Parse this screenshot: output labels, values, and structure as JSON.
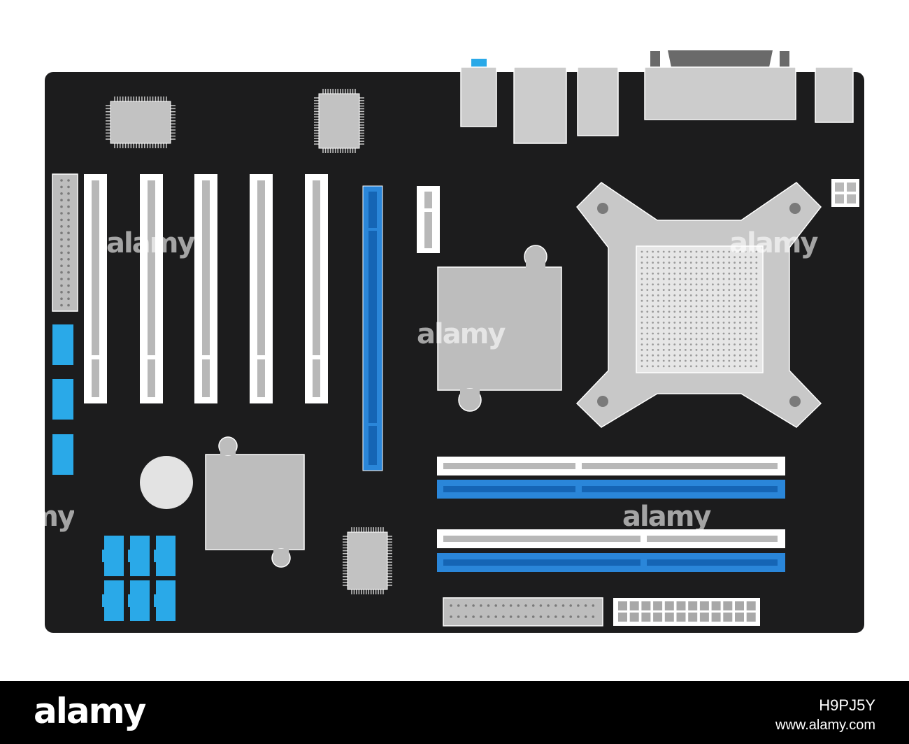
{
  "colors": {
    "board": "#1c1c1d",
    "slot_white": "#ffffff",
    "slot_gray": "#b8b8b8",
    "pcie_blue": "#2a86d9",
    "pcie_dark": "#1565b5",
    "sata_blue": "#2aa9e8",
    "heatsink": "#bdbdbd",
    "chip": "#c2c2c2",
    "io_gray": "#cccccc",
    "connector_gray": "#6a6a6a"
  },
  "watermark": {
    "text": "alamy"
  },
  "footer": {
    "logo": "alamy",
    "image_id": "H9PJ5Y",
    "url": "www.alamy.com"
  }
}
